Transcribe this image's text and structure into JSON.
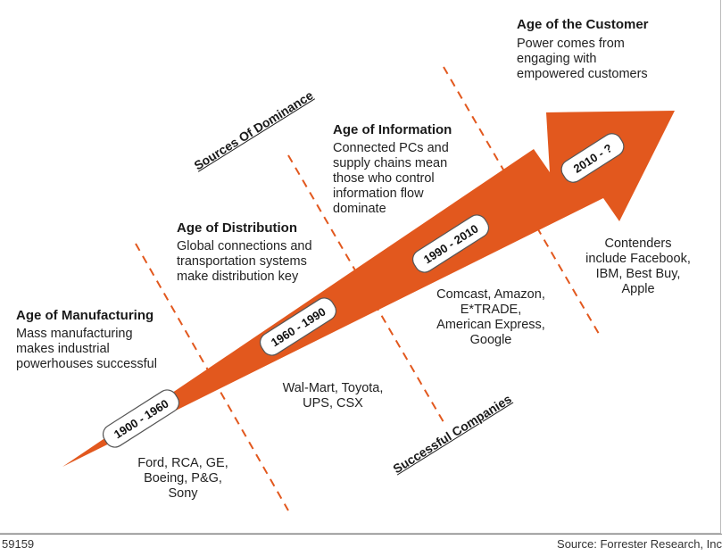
{
  "eras": [
    {
      "title": "Age of Manufacturing",
      "description": [
        "Mass manufacturing",
        "makes industrial",
        "powerhouses successful"
      ],
      "period": "1900 - 1960",
      "companies": [
        "Ford, RCA, GE,",
        "Boeing, P&G,",
        "Sony"
      ]
    },
    {
      "title": "Age of Distribution",
      "description": [
        "Global connections and",
        "transportation systems",
        "make distribution key"
      ],
      "period": "1960 - 1990",
      "companies": [
        "Wal-Mart, Toyota,",
        "UPS, CSX"
      ]
    },
    {
      "title": "Age of Information",
      "description": [
        "Connected PCs and",
        "supply chains mean",
        "those who control",
        "information flow",
        "dominate"
      ],
      "period": "1990 - 2010",
      "companies": [
        "Comcast, Amazon,",
        "E*TRADE,",
        "American Express,",
        "Google"
      ]
    },
    {
      "title": "Age of the Customer",
      "description": [
        "Power comes from",
        "engaging with",
        "empowered customers"
      ],
      "period": "2010 - ?",
      "companies": [
        "Contenders",
        "include Facebook,",
        "IBM, Best Buy,",
        "Apple"
      ]
    }
  ],
  "labels": {
    "sources": "Sources Of Dominance",
    "successful": "Successful Companies"
  },
  "footer": {
    "figure_id": "59159",
    "source": "Source: Forrester Research, Inc"
  },
  "colors": {
    "arrow": "#E2581E",
    "divider": "#E2581E"
  }
}
